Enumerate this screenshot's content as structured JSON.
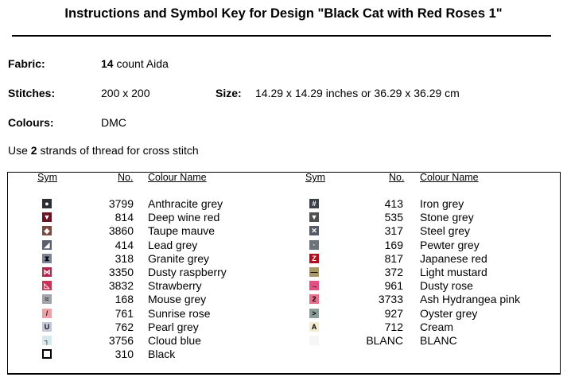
{
  "title": "Instructions and Symbol Key for Design \"Black Cat with Red Roses 1\"",
  "fabric": {
    "label": "Fabric:",
    "count": "14",
    "text": "count Aida"
  },
  "stitches": {
    "label": "Stitches:",
    "value": "200 x 200"
  },
  "size": {
    "label": "Size:",
    "value": "14.29 x 14.29 inches or 36.29 x 36.29 cm"
  },
  "colours": {
    "label": "Colours:",
    "value": "DMC"
  },
  "strands": {
    "pre": "Use",
    "n": "2",
    "post": "strands of thread for cross stitch"
  },
  "headers": {
    "sym": "Sym",
    "no": "No.",
    "name": "Colour Name"
  },
  "left": [
    {
      "sym": "●",
      "bg": "#2b2e33",
      "fg": "#fff",
      "no": "3799",
      "name": "Anthracite grey"
    },
    {
      "sym": "▼",
      "bg": "#6a1426",
      "fg": "#fff",
      "no": "814",
      "name": "Deep wine red"
    },
    {
      "sym": "◆",
      "bg": "#7a4a40",
      "fg": "#fff",
      "no": "3860",
      "name": "Taupe mauve"
    },
    {
      "sym": "◢",
      "bg": "#5a6070",
      "fg": "#fff",
      "no": "414",
      "name": "Lead grey"
    },
    {
      "sym": "⧗",
      "bg": "#7b8494",
      "fg": "#000",
      "no": "318",
      "name": "Granite grey"
    },
    {
      "sym": "⋈",
      "bg": "#b02c4e",
      "fg": "#fff",
      "no": "3350",
      "name": "Dusty raspberry"
    },
    {
      "sym": "◺",
      "bg": "#c83456",
      "fg": "#fff",
      "no": "3832",
      "name": "Strawberry"
    },
    {
      "sym": "≈",
      "bg": "#a0a4aa",
      "fg": "#222",
      "no": "168",
      "name": "Mouse grey"
    },
    {
      "sym": "/",
      "bg": "#f0a0a8",
      "fg": "#222",
      "no": "761",
      "name": "Sunrise rose"
    },
    {
      "sym": "U",
      "bg": "#c4c8d8",
      "fg": "#111",
      "no": "762",
      "name": "Pearl grey"
    },
    {
      "sym": "┐",
      "bg": "#d8e8f0",
      "fg": "#111",
      "no": "3756",
      "name": "Cloud blue"
    },
    {
      "sym": "",
      "bg": "#ffffff",
      "fg": "#000",
      "no": "310",
      "name": "Black"
    }
  ],
  "right": [
    {
      "sym": "#",
      "bg": "#3c4048",
      "fg": "#fff",
      "no": "413",
      "name": "Iron grey"
    },
    {
      "sym": "▼",
      "bg": "#505050",
      "fg": "#fff",
      "no": "535",
      "name": "Stone grey"
    },
    {
      "sym": "✕",
      "bg": "#555a66",
      "fg": "#fff",
      "no": "317",
      "name": "Steel grey"
    },
    {
      "sym": "·",
      "bg": "#6a747a",
      "fg": "#fff",
      "no": "169",
      "name": "Pewter grey"
    },
    {
      "sym": "Z",
      "bg": "#b01020",
      "fg": "#fff",
      "no": "817",
      "name": "Japanese red"
    },
    {
      "sym": "—",
      "bg": "#a89868",
      "fg": "#000",
      "no": "372",
      "name": "Light mustard"
    },
    {
      "sym": "→",
      "bg": "#e05080",
      "fg": "#000",
      "no": "961",
      "name": "Dusty rose"
    },
    {
      "sym": "2",
      "bg": "#e8708c",
      "fg": "#000",
      "no": "3733",
      "name": "Ash Hydrangea pink"
    },
    {
      "sym": ">",
      "bg": "#8c9c98",
      "fg": "#000",
      "no": "927",
      "name": "Oyster grey"
    },
    {
      "sym": "A",
      "bg": "#f4ecd0",
      "fg": "#000",
      "no": "712",
      "name": "Cream"
    },
    {
      "sym": "",
      "bg": "#f6f6f6",
      "fg": "#000",
      "no": "BLANC",
      "name": "BLANC"
    }
  ]
}
